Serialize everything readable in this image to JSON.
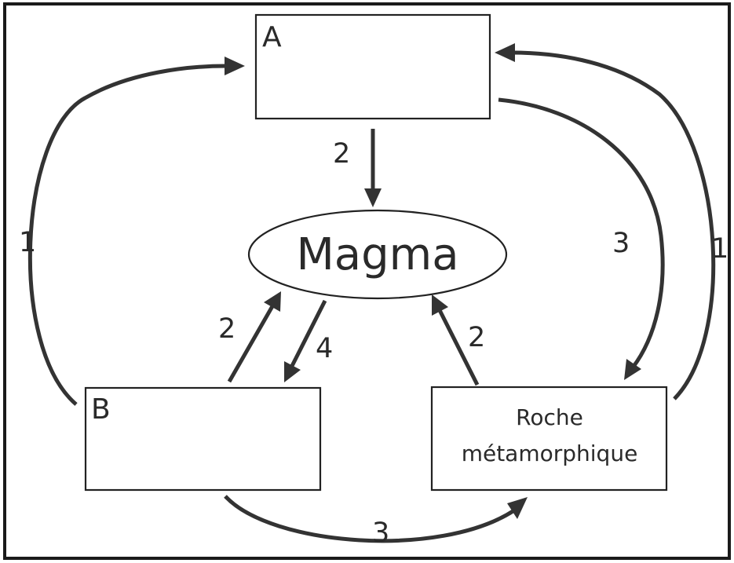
{
  "diagram": {
    "boxes": {
      "a": {
        "label": "A"
      },
      "b": {
        "label": "B"
      },
      "metamorphic": {
        "line1": "Roche",
        "line2": "métamorphique"
      }
    },
    "magma": {
      "label": "Magma"
    },
    "arrows": {
      "b_to_a": {
        "label": "1"
      },
      "a_to_magma": {
        "label": "2"
      },
      "metamorphic_to_a": {
        "label": "1"
      },
      "a_to_metamorphic": {
        "label": "3"
      },
      "b_to_magma": {
        "label": "2"
      },
      "magma_to_b": {
        "label": "4"
      },
      "metamorphic_to_magma": {
        "label": "2"
      },
      "b_to_metamorphic": {
        "label": "3"
      }
    }
  }
}
